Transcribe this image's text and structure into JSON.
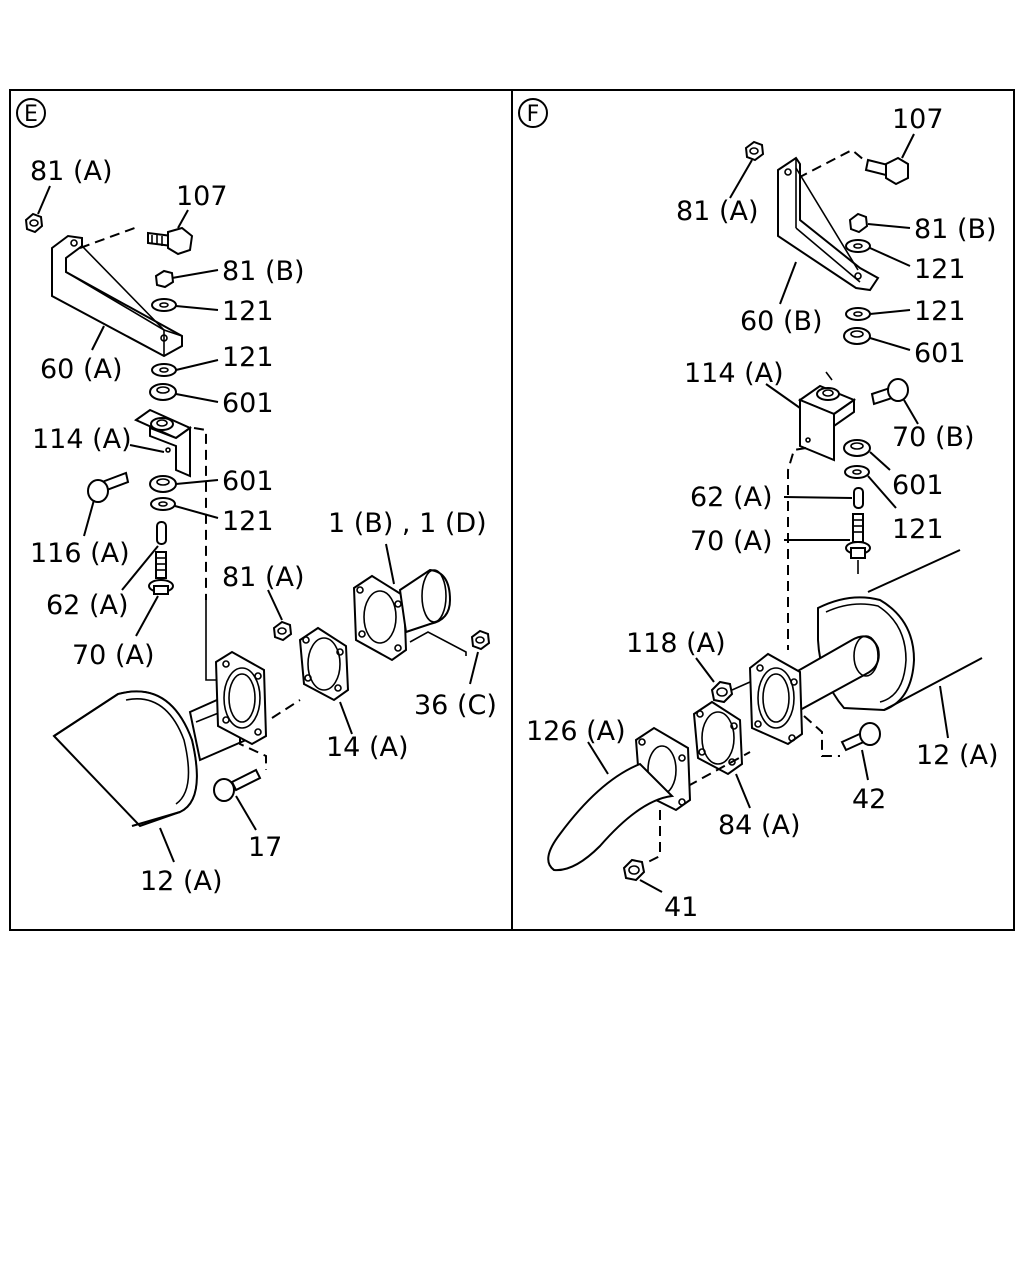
{
  "panels": [
    {
      "id": "E",
      "labels": {
        "l81a": "81 (A)",
        "l107": "107",
        "l81b": "81 (B)",
        "l121a": "121",
        "l60a": "60 (A)",
        "l121b": "121",
        "l601a": "601",
        "l114a": "114 (A)",
        "l601b": "601",
        "l121c": "121",
        "l116a": "116 (A)",
        "l1b1d": "1 (B) , 1 (D)",
        "l81a2": "81 (A)",
        "l62a": "62 (A)",
        "l70a": "70 (A)",
        "l36c": "36 (C)",
        "l14a": "14 (A)",
        "l17": "17",
        "l12a": "12 (A)"
      }
    },
    {
      "id": "F",
      "labels": {
        "l107": "107",
        "l81a": "81 (A)",
        "l81b": "81 (B)",
        "l121a": "121",
        "l60b": "60 (B)",
        "l121b": "121",
        "l601a": "601",
        "l114a": "114 (A)",
        "l70b": "70 (B)",
        "l62a": "62 (A)",
        "l601b": "601",
        "l70a": "70 (A)",
        "l121c": "121",
        "l118a": "118 (A)",
        "l126a": "126 (A)",
        "l12a": "12 (A)",
        "l42": "42",
        "l84a": "84 (A)",
        "l41": "41"
      }
    }
  ]
}
